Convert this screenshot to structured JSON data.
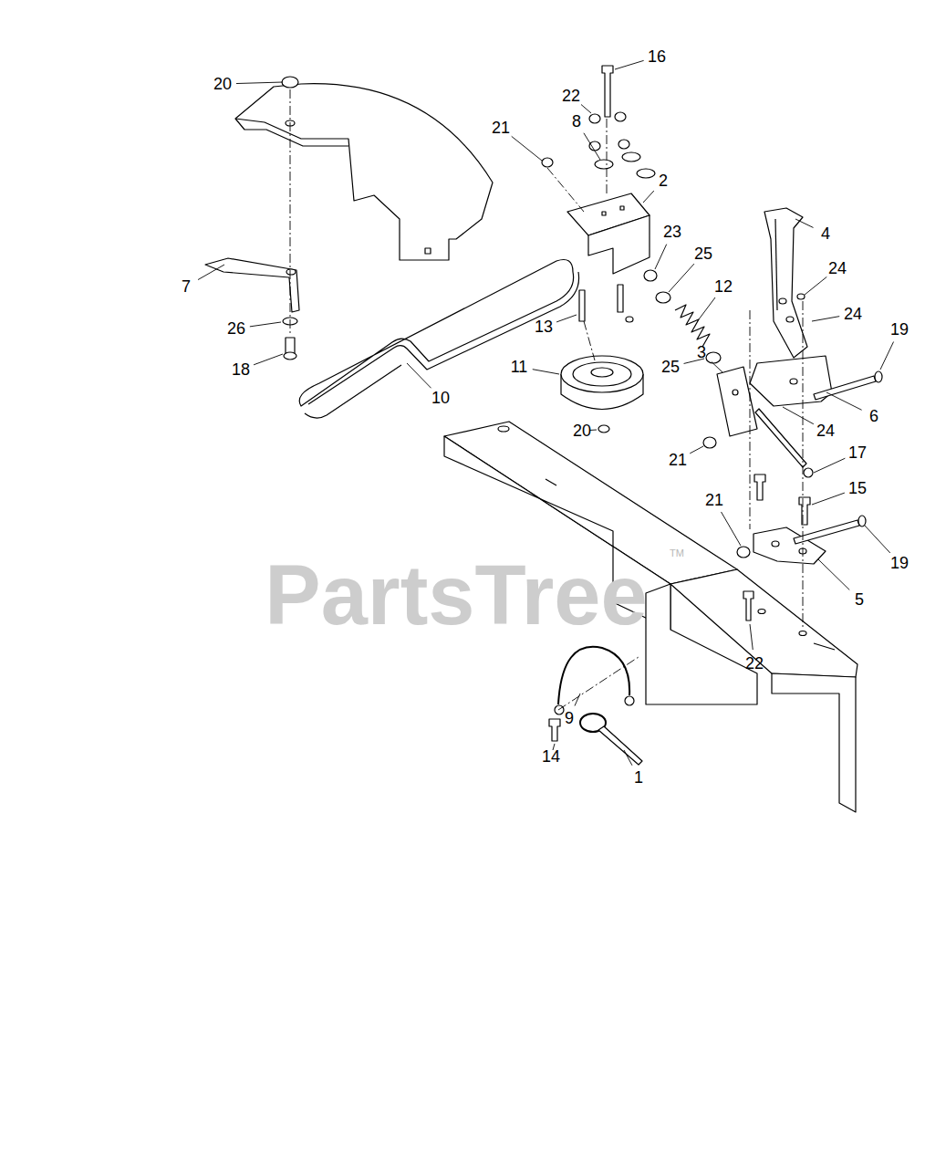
{
  "diagram": {
    "labels": [
      "20",
      "16",
      "22",
      "21",
      "8",
      "2",
      "23",
      "25",
      "4",
      "12",
      "24",
      "7",
      "26",
      "13",
      "24",
      "19",
      "18",
      "11",
      "25",
      "3",
      "10",
      "20",
      "6",
      "24",
      "21",
      "17",
      "21",
      "15",
      "19",
      "5",
      "22",
      "9",
      "14",
      "1",
      "PartsTree",
      "TM"
    ]
  }
}
